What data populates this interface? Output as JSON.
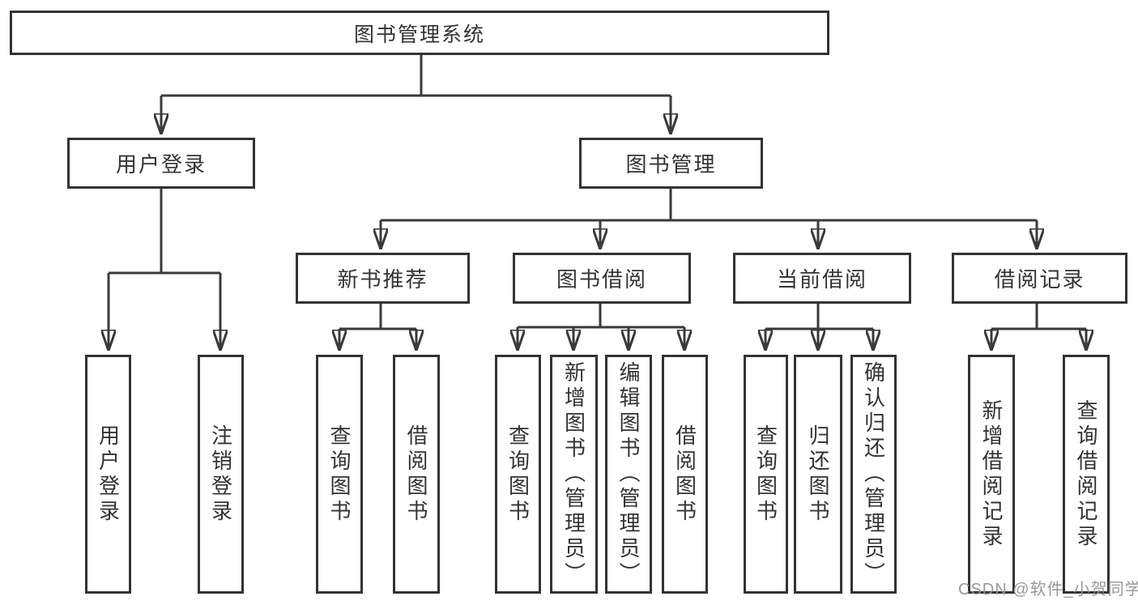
{
  "diagram": {
    "type": "hierarchy",
    "root": {
      "label": "图书管理系统"
    },
    "level2": {
      "user_login": {
        "label": "用户登录"
      },
      "book_mgmt": {
        "label": "图书管理"
      }
    },
    "level3": {
      "new_book_rec": {
        "label": "新书推荐"
      },
      "book_borrow": {
        "label": "图书借阅"
      },
      "current_borrow": {
        "label": "当前借阅"
      },
      "borrow_records": {
        "label": "借阅记录"
      }
    },
    "leaves": {
      "user_login_1": "用户登录",
      "user_login_2": "注销登录",
      "new_book_1": "查询图书",
      "new_book_2": "借阅图书",
      "borrow_1": "查询图书",
      "borrow_2": "新增图书（管理员）",
      "borrow_3": "编辑图书（管理员）",
      "borrow_4": "借阅图书",
      "current_1": "查询图书",
      "current_2": "归还图书",
      "current_3": "确认归还（管理员）",
      "records_1": "新增借阅记录",
      "records_2": "查询借阅记录"
    }
  },
  "watermark": "CSDN @软件_小贺同学",
  "colors": {
    "line": "#3a3a3a",
    "border": "#333333",
    "text": "#333333",
    "watermark": "#949494",
    "background": "#ffffff"
  }
}
